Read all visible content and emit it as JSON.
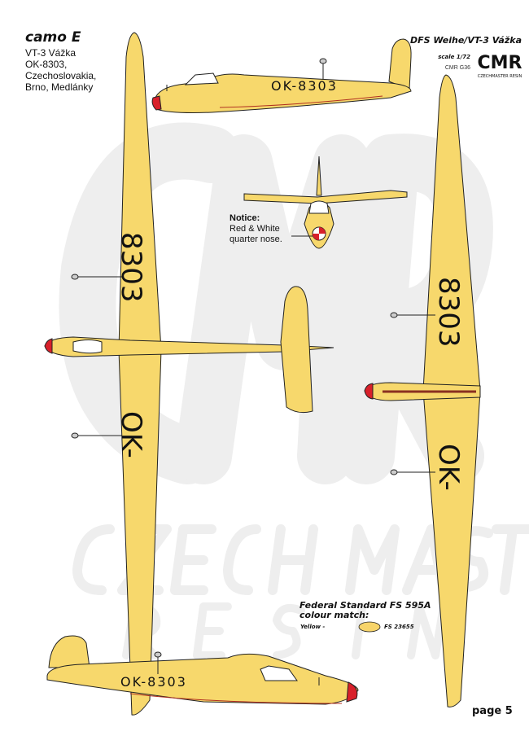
{
  "header_left": {
    "title": "camo E",
    "lines": [
      "VT-3 Vážka",
      "OK-8303,",
      "Czechoslovakia,",
      "Brno, Medlánky"
    ]
  },
  "header_right": {
    "title": "DFS Weihe/VT-3 Vážka",
    "scale": "scale 1/72",
    "code": "CMR G36",
    "logo_text": "CMR",
    "logo_sub": "CZECHMASTER RESIN"
  },
  "notice": {
    "title": "Notice:",
    "lines": [
      "Red & White",
      "quarter nose."
    ]
  },
  "registration": {
    "full": "OK-8303",
    "number": "8303",
    "prefix": "OK-"
  },
  "colour_match": {
    "title_line1": "Federal Standard FS 595A",
    "title_line2": "colour match:",
    "items": [
      {
        "label": "Yellow -",
        "code": "FS 23655",
        "color": "#F7D46A"
      }
    ]
  },
  "footer": {
    "page": "page 5"
  },
  "watermark": {
    "logo": "CMR",
    "line1": "CZECH MASTER",
    "line2": "RESIN"
  },
  "colors": {
    "yellow": "#F7D86C",
    "red": "#D8202A",
    "outline": "#222222",
    "watermark": "#EEEEEE"
  }
}
